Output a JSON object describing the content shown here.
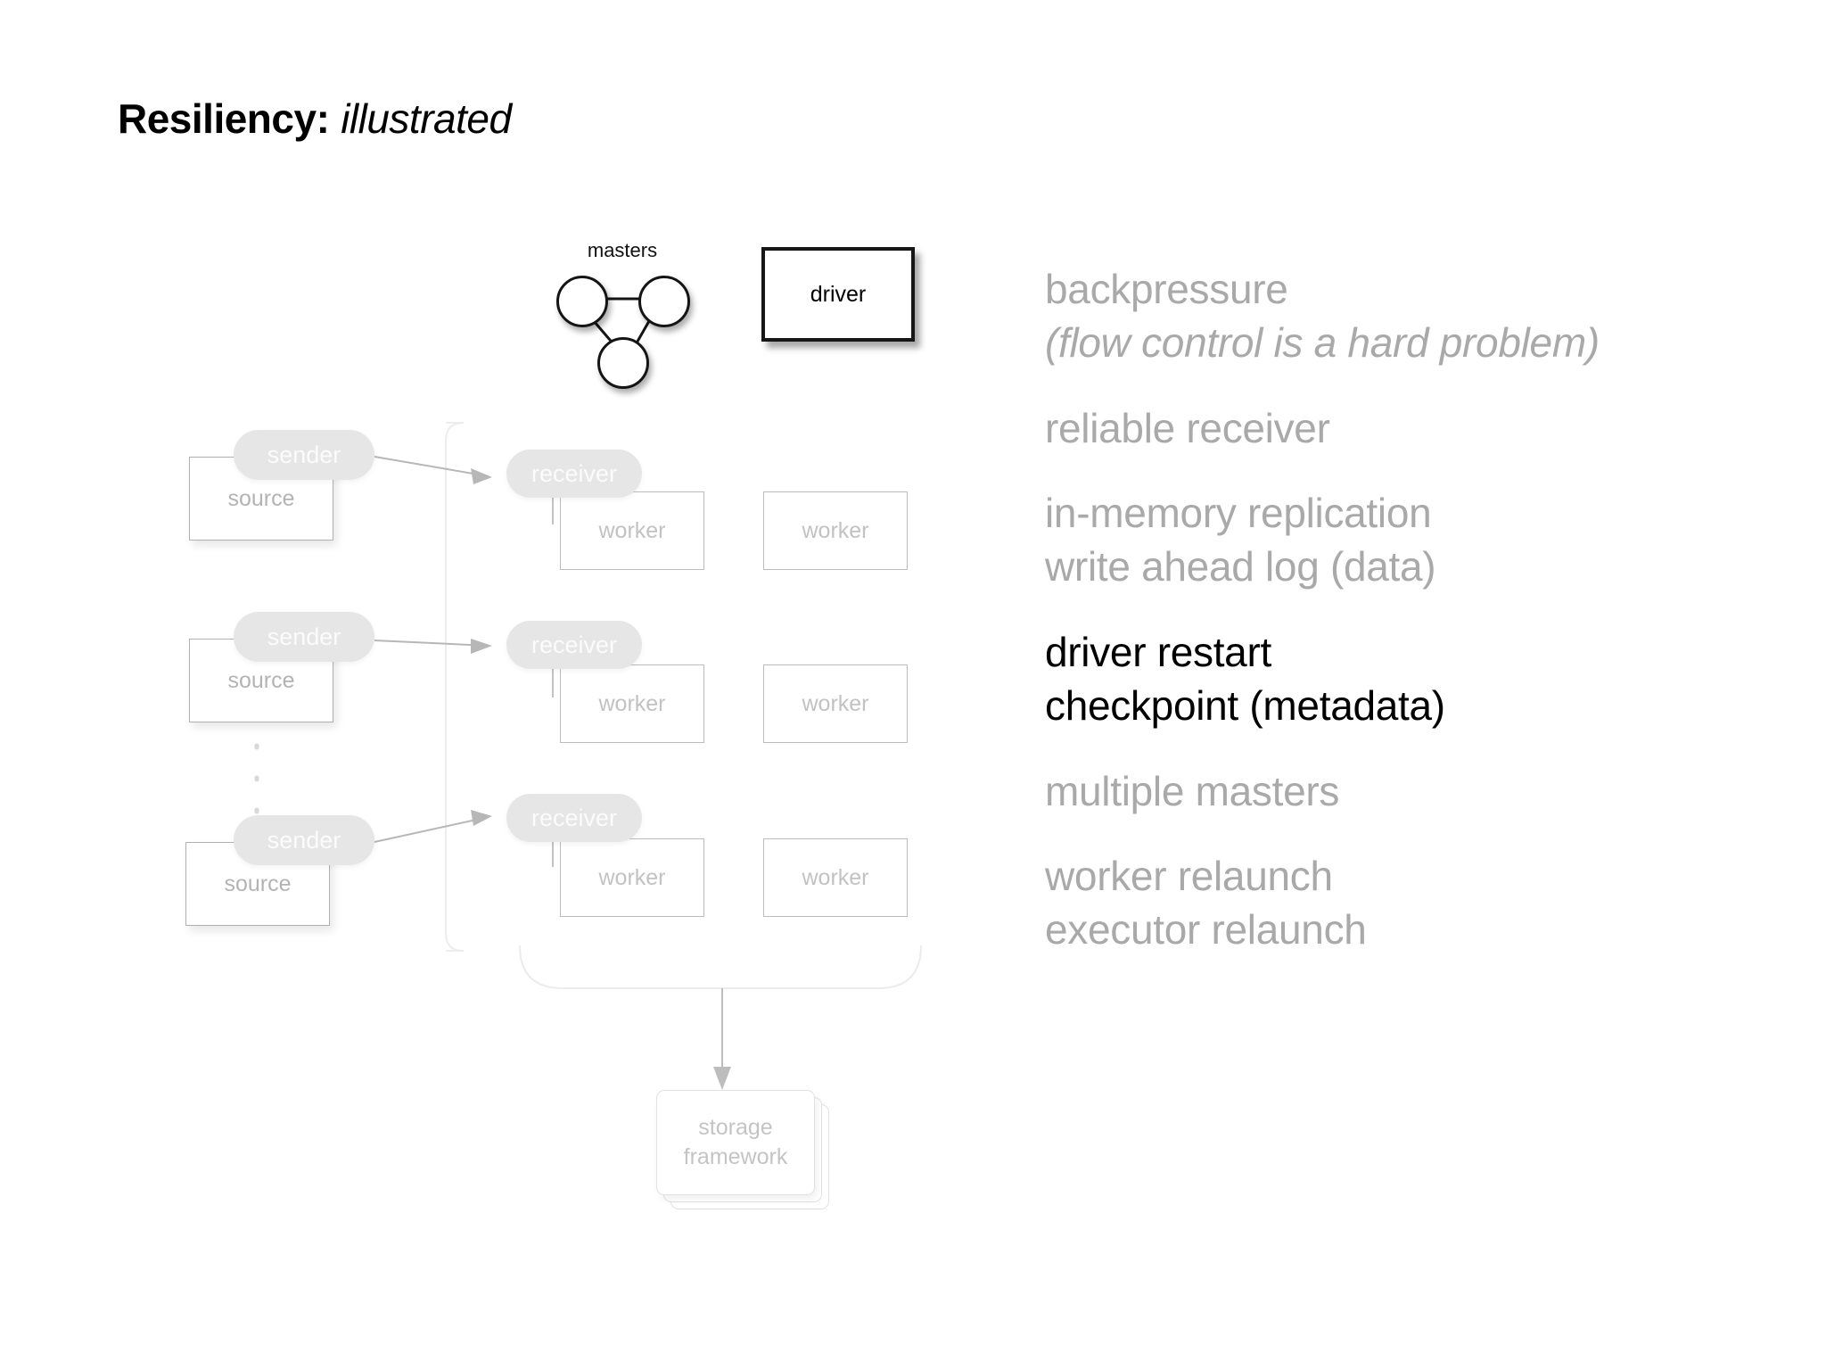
{
  "title": {
    "bold": "Resiliency:",
    "italic": "illustrated"
  },
  "diagram": {
    "masters_label": "masters",
    "driver_label": "driver",
    "sources": [
      {
        "box_label": "source",
        "pill_label": "sender"
      },
      {
        "box_label": "source",
        "pill_label": "sender"
      },
      {
        "box_label": "source",
        "pill_label": "sender"
      }
    ],
    "receivers": [
      {
        "pill_label": "receiver"
      },
      {
        "pill_label": "receiver"
      },
      {
        "pill_label": "receiver"
      }
    ],
    "workers": [
      [
        "worker",
        "worker"
      ],
      [
        "worker",
        "worker"
      ],
      [
        "worker",
        "worker"
      ]
    ],
    "storage": {
      "line1": "storage",
      "line2": "framework"
    }
  },
  "bullets": [
    {
      "highlighted": false,
      "lines": [
        {
          "text": "backpressure",
          "italic": false
        },
        {
          "text": "(flow control is a hard problem)",
          "italic": true
        }
      ]
    },
    {
      "highlighted": false,
      "lines": [
        {
          "text": "reliable receiver",
          "italic": false
        }
      ]
    },
    {
      "highlighted": false,
      "lines": [
        {
          "text": "in-memory replication",
          "italic": false
        },
        {
          "text": "write ahead log (data)",
          "italic": false
        }
      ]
    },
    {
      "highlighted": true,
      "lines": [
        {
          "text": "driver restart",
          "italic": false
        },
        {
          "text": "checkpoint (metadata)",
          "italic": false
        }
      ]
    },
    {
      "highlighted": false,
      "lines": [
        {
          "text": "multiple masters",
          "italic": false
        }
      ]
    },
    {
      "highlighted": false,
      "lines": [
        {
          "text": "worker relaunch",
          "italic": false
        },
        {
          "text": "executor relaunch",
          "italic": false
        }
      ]
    }
  ],
  "colors": {
    "background": "#ffffff",
    "title_text": "#000000",
    "bullet_muted": "#a9a9a9",
    "bullet_highlight": "#000000",
    "pill_fill": "#e6e6e6",
    "pill_text": "#fbfbfb",
    "box_stroke": "#b8b8b8",
    "box_text": "#bfbfbf",
    "node_stroke": "#141414",
    "connector": "#b7b7b7",
    "cluster_outline": "#ededed"
  }
}
